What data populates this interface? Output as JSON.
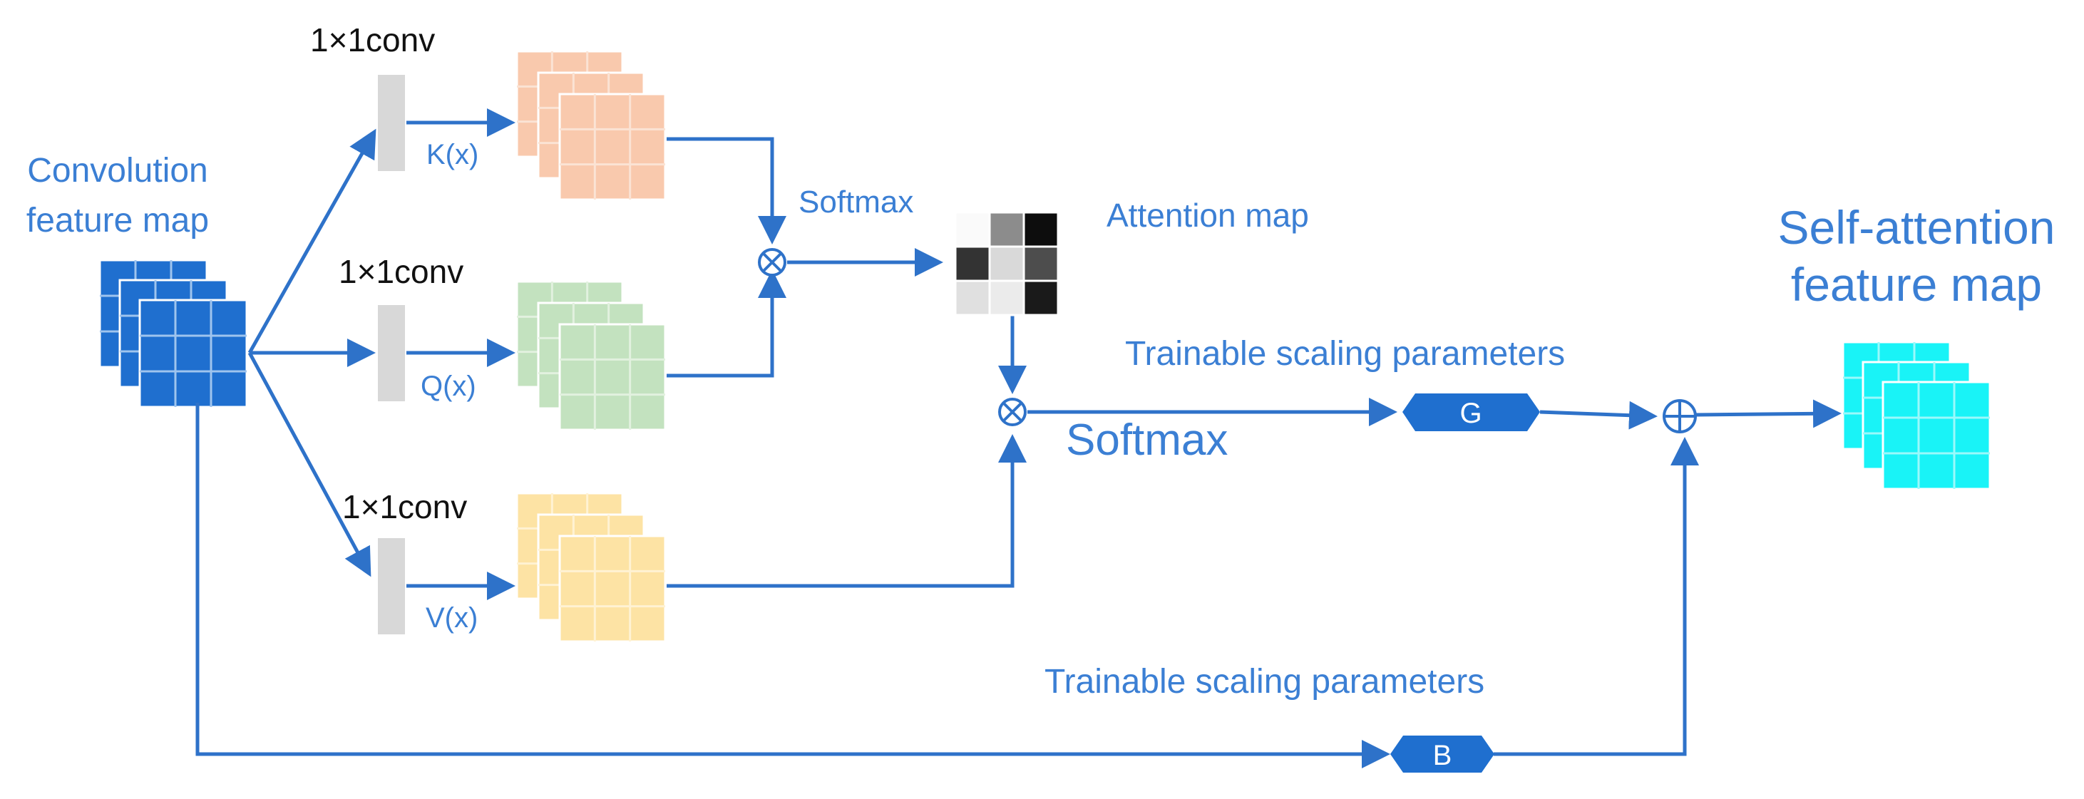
{
  "input_label": [
    "Convolution",
    "feature map"
  ],
  "conv_labels": [
    "1×1conv",
    "1×1conv",
    "1×1conv"
  ],
  "branch_labels": [
    "K(x)",
    "Q(x)",
    "V(x)"
  ],
  "softmax_small": "Softmax",
  "attention_map_label": "Attention map",
  "softmax_large": "Softmax",
  "scaling_label_top": "Trainable scaling parameters",
  "scaling_label_bottom": "Trainable scaling parameters",
  "gamma_label": "G",
  "beta_label": "B",
  "output_label": [
    "Self-attention",
    "feature map"
  ],
  "colors": {
    "input": "#1f6fcf",
    "key": "#f9c9ad",
    "query": "#c3e2bf",
    "value": "#fde3a4",
    "output": "#19f3f7",
    "line": "#2e72c9",
    "text": "#3b7fd4"
  },
  "attention_map_cells": [
    0.98,
    0.55,
    0.05,
    0.2,
    0.85,
    0.3,
    0.88,
    0.92,
    0.1
  ]
}
